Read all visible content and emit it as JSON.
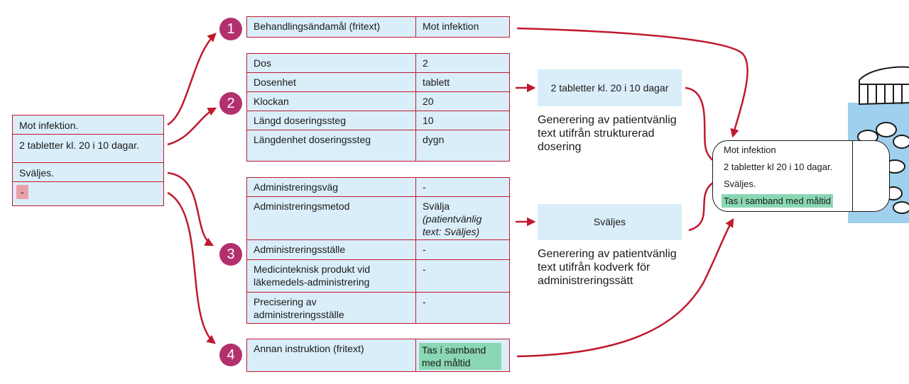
{
  "colors": {
    "accent": "#c0192f",
    "badge": "#b3306e",
    "cell_bg": "#daeef9",
    "highlight": "#8ad7b3",
    "empty_marker": "#e8a0a8"
  },
  "left_panel": {
    "rows": [
      "Mot infektion.",
      "2 tabletter kl. 20 i 10 dagar.",
      "Sväljes.",
      "-"
    ]
  },
  "badges": [
    "1",
    "2",
    "3",
    "4"
  ],
  "table1": {
    "rows": [
      {
        "label": "Behandlingsändamål (fritext)",
        "value": "Mot infektion"
      }
    ]
  },
  "table2": {
    "rows": [
      {
        "label": "Dos",
        "value": "2"
      },
      {
        "label": "Dosenhet",
        "value": "tablett"
      },
      {
        "label": "Klockan",
        "value": "20"
      },
      {
        "label": "Längd doseringssteg",
        "value": "10"
      },
      {
        "label": "Längdenhet doseringssteg",
        "value": "dygn"
      }
    ]
  },
  "table3": {
    "rows": [
      {
        "label": "Administreringsväg",
        "value": "-"
      },
      {
        "label": "Administreringsmetod",
        "value": "Svälja",
        "value_note": "(patientvänlig text: Sväljes)"
      },
      {
        "label": "Administreringsställe",
        "value": "-"
      },
      {
        "label": "Medicinteknisk produkt vid läkemedels-administrering",
        "value": "-"
      },
      {
        "label": "Precisering av administreringsställe",
        "value": "-"
      }
    ]
  },
  "table4": {
    "rows": [
      {
        "label": "Annan instruktion (fritext)",
        "value": "Tas i samband med måltid"
      }
    ]
  },
  "generated": {
    "dosage_text": "2 tabletter kl. 20 i 10 dagar",
    "dosage_caption": "Generering av patientvänlig text utifrån strukturerad dosering",
    "admin_text": "Sväljes",
    "admin_caption": "Generering av patientvänlig text utifrån kodverk för administreringssätt"
  },
  "label": {
    "lines": [
      "Mot infektion",
      "2 tabletter kl 20 i 10 dagar.",
      "Sväljes.",
      "Tas i samband med måltid"
    ]
  }
}
